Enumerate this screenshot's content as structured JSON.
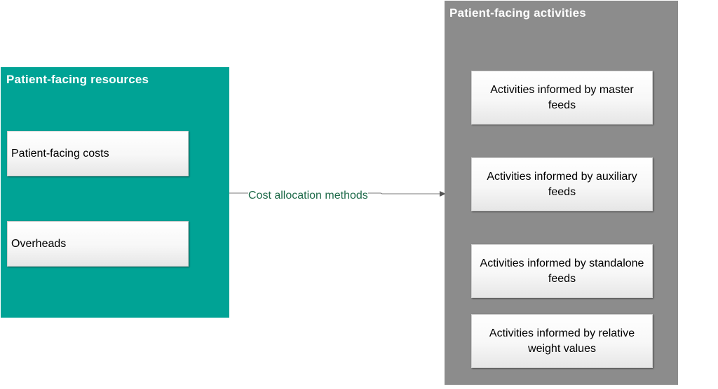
{
  "left_panel": {
    "title": "Patient-facing resources",
    "items": [
      {
        "label": "Patient-facing costs"
      },
      {
        "label": "Overheads"
      }
    ]
  },
  "right_panel": {
    "title": "Patient-facing activities",
    "items": [
      {
        "label": "Activities informed by master feeds"
      },
      {
        "label": "Activities informed by auxiliary feeds"
      },
      {
        "label": "Activities informed by standalone feeds"
      },
      {
        "label": "Activities informed by relative weight values"
      }
    ]
  },
  "connector": {
    "label": "Cost allocation methods"
  },
  "colors": {
    "resources_panel": "#00a395",
    "activities_panel": "#8c8c8c",
    "connector_label": "#1f6b4a"
  }
}
